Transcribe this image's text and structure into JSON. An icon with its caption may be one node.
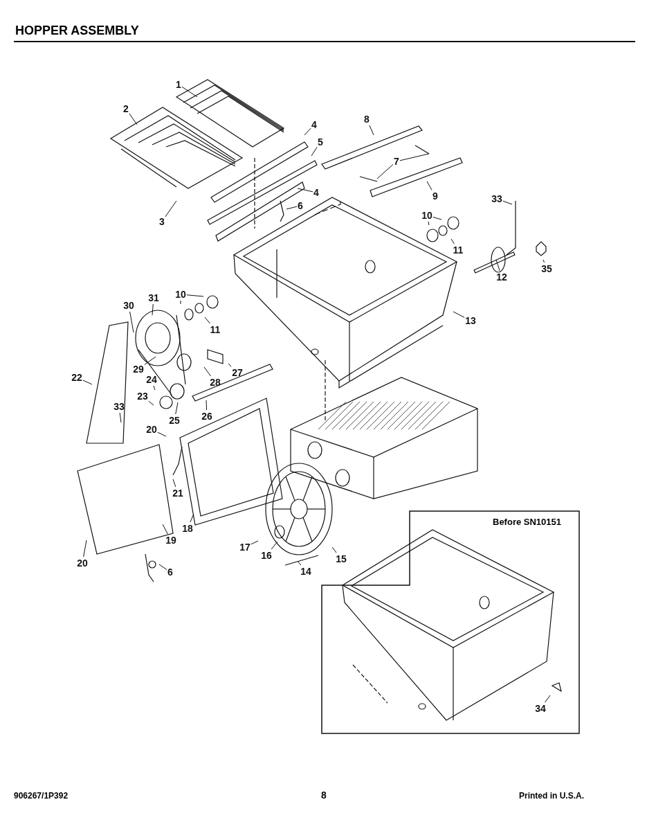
{
  "diagram": {
    "title": "HOPPER ASSEMBLY",
    "nodes": [
      {
        "text": [
          "1"
        ]
      },
      {
        "text": [
          "2"
        ]
      },
      {
        "text": [
          "4"
        ]
      },
      {
        "text": [
          "5"
        ]
      },
      {
        "text": [
          "4"
        ]
      },
      {
        "text": [
          "3"
        ]
      },
      {
        "text": [
          "6"
        ]
      },
      {
        "text": [
          "8"
        ]
      },
      {
        "text": [
          "7"
        ]
      },
      {
        "text": [
          "9"
        ]
      },
      {
        "text": [
          "10"
        ]
      },
      {
        "text": [
          "11"
        ]
      },
      {
        "text": [
          "33"
        ]
      },
      {
        "text": [
          "12"
        ]
      },
      {
        "text": [
          "35"
        ]
      },
      {
        "text": [
          "13"
        ]
      },
      {
        "text": [
          "30"
        ]
      },
      {
        "text": [
          "31"
        ]
      },
      {
        "text": [
          "10"
        ]
      },
      {
        "text": [
          "11"
        ]
      },
      {
        "text": [
          "29"
        ]
      },
      {
        "text": [
          "27"
        ]
      },
      {
        "text": [
          "28"
        ]
      },
      {
        "text": [
          "24"
        ]
      },
      {
        "text": [
          "22"
        ]
      },
      {
        "text": [
          "23"
        ]
      },
      {
        "text": [
          "25"
        ]
      },
      {
        "text": [
          "26"
        ]
      },
      {
        "text": [
          "33"
        ]
      },
      {
        "text": [
          "20"
        ]
      },
      {
        "text": [
          "21"
        ]
      },
      {
        "text": [
          "18"
        ]
      },
      {
        "text": [
          "19"
        ]
      },
      {
        "text": [
          "20"
        ]
      },
      {
        "text": [
          "6"
        ]
      },
      {
        "text": [
          "17"
        ]
      },
      {
        "text": [
          "16"
        ]
      },
      {
        "text": [
          "15"
        ]
      },
      {
        "text": [
          "14"
        ]
      },
      {
        "text": [
          "Before SN10151"
        ]
      },
      {
        "text": [
          "34"
        ],
        "in": 39
      }
    ],
    "edges": [
      {
        "from": 0,
        "to": null,
        "arrow": "none"
      },
      {
        "from": 1,
        "to": null,
        "arrow": "none"
      },
      {
        "from": 2,
        "to": null,
        "arrow": "none"
      },
      {
        "from": 3,
        "to": null,
        "arrow": "none"
      },
      {
        "from": 4,
        "to": null,
        "arrow": "none"
      },
      {
        "from": 5,
        "to": null,
        "arrow": "none"
      },
      {
        "from": 6,
        "to": null,
        "arrow": "none"
      },
      {
        "from": 7,
        "to": null,
        "arrow": "none"
      },
      {
        "from": 8,
        "to": null,
        "arrow": "none"
      },
      {
        "from": 8,
        "to": null,
        "arrow": "none"
      },
      {
        "from": 9,
        "to": null,
        "arrow": "none"
      },
      {
        "from": 10,
        "to": null,
        "arrow": "none"
      },
      {
        "from": 10,
        "to": null,
        "arrow": "none"
      },
      {
        "from": 11,
        "to": null,
        "arrow": "none"
      },
      {
        "from": 12,
        "to": null,
        "arrow": "none"
      },
      {
        "from": 13,
        "to": null,
        "arrow": "none"
      },
      {
        "from": 14,
        "to": null,
        "arrow": "none"
      },
      {
        "from": 15,
        "to": null,
        "arrow": "none"
      },
      {
        "from": 16,
        "to": null,
        "arrow": "none"
      },
      {
        "from": 17,
        "to": null,
        "arrow": "none"
      },
      {
        "from": 18,
        "to": null,
        "arrow": "none"
      },
      {
        "from": 18,
        "to": null,
        "arrow": "none"
      },
      {
        "from": 19,
        "to": null,
        "arrow": "none"
      },
      {
        "from": 20,
        "to": null,
        "arrow": "none"
      },
      {
        "from": 21,
        "to": null,
        "arrow": "none"
      },
      {
        "from": 22,
        "to": null,
        "arrow": "none"
      },
      {
        "from": 23,
        "to": null,
        "arrow": "none"
      },
      {
        "from": 24,
        "to": null,
        "arrow": "none"
      },
      {
        "from": 25,
        "to": null,
        "arrow": "none"
      },
      {
        "from": 26,
        "to": null,
        "arrow": "none"
      },
      {
        "from": 27,
        "to": null,
        "arrow": "none"
      },
      {
        "from": 28,
        "to": null,
        "arrow": "none"
      },
      {
        "from": 29,
        "to": null,
        "arrow": "none"
      },
      {
        "from": 30,
        "to": null,
        "arrow": "none"
      },
      {
        "from": 31,
        "to": null,
        "arrow": "none"
      },
      {
        "from": 32,
        "to": null,
        "arrow": "none"
      },
      {
        "from": 33,
        "to": null,
        "arrow": "none"
      },
      {
        "from": 34,
        "to": null,
        "arrow": "none"
      },
      {
        "from": 35,
        "to": null,
        "arrow": "none"
      },
      {
        "from": 36,
        "to": null,
        "arrow": "none"
      },
      {
        "from": 37,
        "to": null,
        "arrow": "none"
      },
      {
        "from": 38,
        "to": null,
        "arrow": "none"
      },
      {
        "from": 40,
        "to": null,
        "arrow": "none"
      }
    ],
    "labels": [
      "906267/1P392",
      "8",
      "Printed in U.S.A."
    ]
  }
}
